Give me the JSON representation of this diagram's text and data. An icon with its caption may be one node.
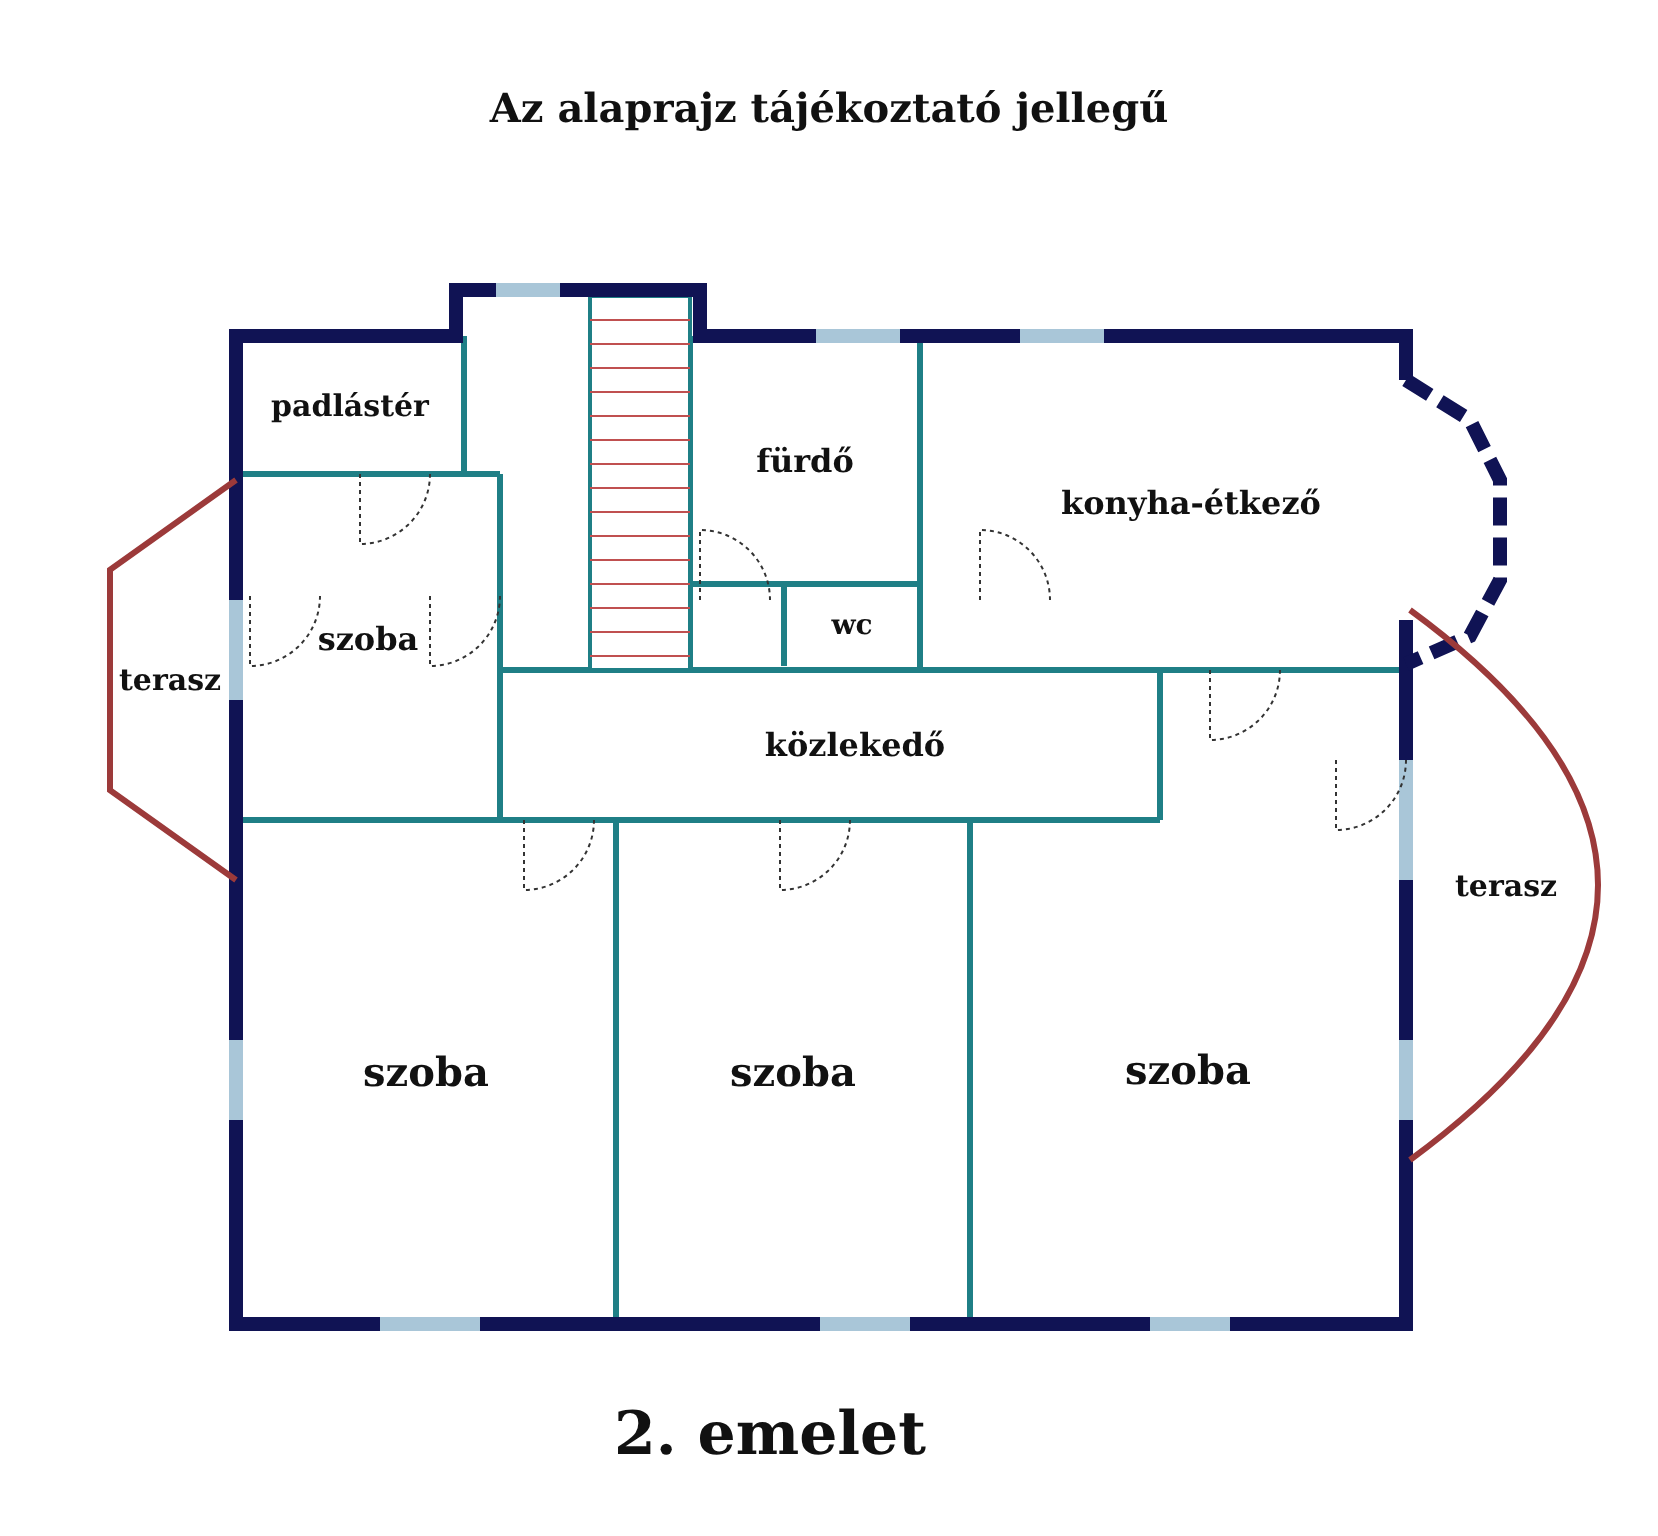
{
  "diagram": {
    "title": "Az alaprajz tájékoztató jellegű",
    "caption": "2. emelet",
    "nodes": [
      {
        "text": [
          "padlástér"
        ]
      },
      {
        "text": [
          "szoba"
        ]
      },
      {
        "text": [
          "terasz"
        ]
      },
      {
        "text": [
          "fürdő"
        ]
      },
      {
        "text": [
          "wc"
        ]
      },
      {
        "text": [
          "konyha-étkező"
        ]
      },
      {
        "text": [
          "közlekedő"
        ]
      },
      {
        "text": [
          "terasz"
        ]
      },
      {
        "text": [
          "szoba"
        ]
      },
      {
        "text": [
          "szoba"
        ]
      },
      {
        "text": [
          "szoba"
        ]
      }
    ]
  }
}
